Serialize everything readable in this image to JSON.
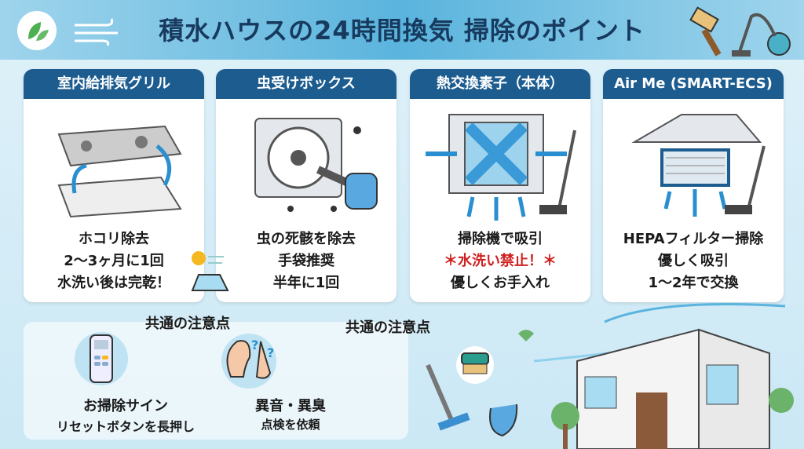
{
  "title": "積水ハウスの24時間換気 掃除のポイント",
  "cards": [
    {
      "header": "室内給排気グリル",
      "lines": [
        "ホコリ除去",
        "2〜3ヶ月に1回",
        "水洗い後は完乾！"
      ]
    },
    {
      "header": "虫受けボックス",
      "lines": [
        "虫の死骸を除去",
        "手袋推奨",
        "半年に1回"
      ]
    },
    {
      "header": "熱交換素子（本体）",
      "lines": [
        "掃除機で吸引",
        "＊水洗い禁止！＊",
        "優しくお手入れ"
      ]
    },
    {
      "header": "Air Me (SMART-ECS)",
      "lines": [
        "HEPAフィルター掃除",
        "優しく吸引",
        "1〜2年で交換"
      ]
    }
  ],
  "notes": {
    "heading": "共通の注意点",
    "heading2": "共通の注意点",
    "items": [
      {
        "title": "お掃除サイン",
        "sub": "リセットボタンを長押し"
      },
      {
        "title": "異音・異臭",
        "sub": "点検を依頼"
      }
    ]
  },
  "colors": {
    "header": "#1d5c8f",
    "warning": "#d02020",
    "banner": "#5ab4dd"
  }
}
